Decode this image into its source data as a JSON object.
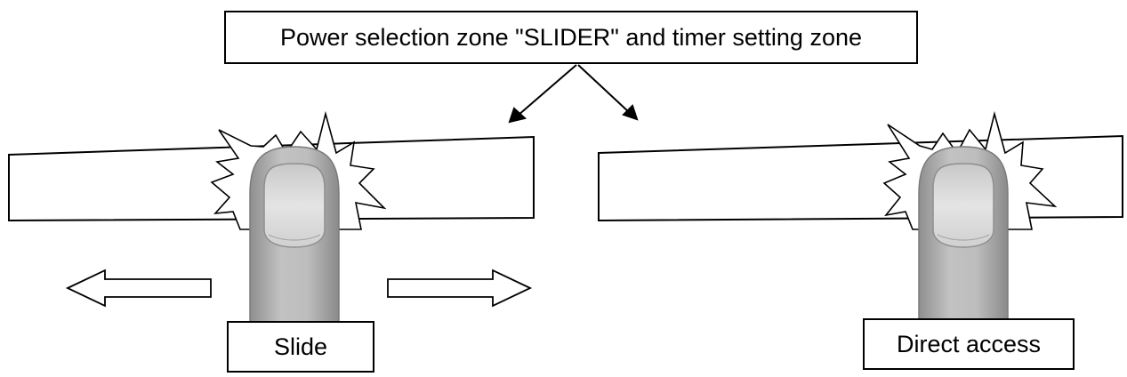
{
  "labels": {
    "top": "Power selection zone \"SLIDER\" and timer setting zone",
    "slide": "Slide",
    "direct": "Direct access"
  },
  "colors": {
    "stroke": "#000000",
    "finger": "#b4b4b4",
    "finger_dark": "#8a8a8a",
    "nail": "#dcdcdc",
    "background": "#ffffff"
  }
}
